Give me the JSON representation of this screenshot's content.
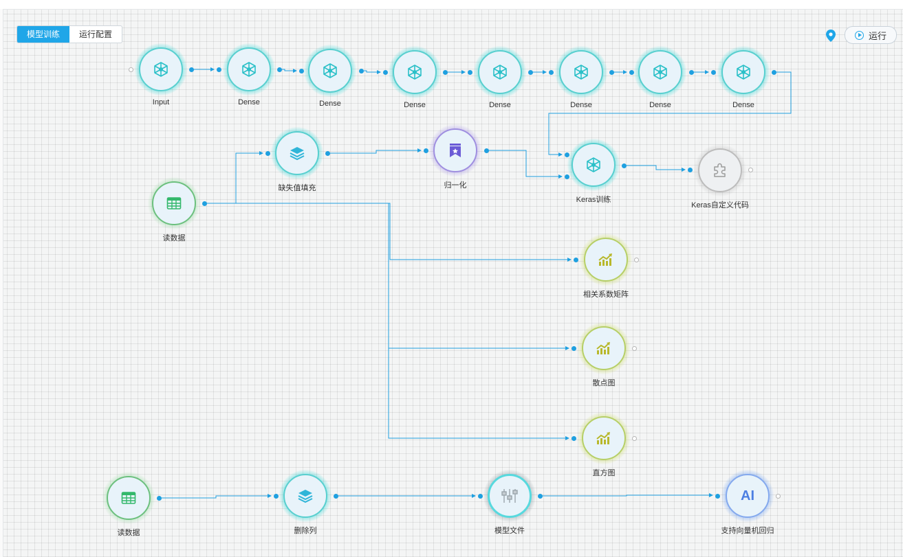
{
  "tabs": [
    {
      "label": "模型训练",
      "active": true
    },
    {
      "label": "运行配置",
      "active": false
    }
  ],
  "toolbar": {
    "run_label": "运行",
    "pin_icon": "location-pin-icon",
    "run_icon": "play-circle-icon"
  },
  "colors": {
    "edge": "#1fa0e0",
    "port": "#1fa0e0",
    "accent": "#1fa6e8"
  },
  "nodes": [
    {
      "id": "input",
      "label": "Input",
      "theme": "teal",
      "icon": "network-icon"
    },
    {
      "id": "dense1",
      "label": "Dense",
      "theme": "teal",
      "icon": "network-icon"
    },
    {
      "id": "dense2",
      "label": "Dense",
      "theme": "teal",
      "icon": "network-icon"
    },
    {
      "id": "dense3",
      "label": "Dense",
      "theme": "teal",
      "icon": "network-icon"
    },
    {
      "id": "dense4",
      "label": "Dense",
      "theme": "teal",
      "icon": "network-icon"
    },
    {
      "id": "dense5",
      "label": "Dense",
      "theme": "teal",
      "icon": "network-icon"
    },
    {
      "id": "dense6",
      "label": "Dense",
      "theme": "teal",
      "icon": "network-icon"
    },
    {
      "id": "dense7",
      "label": "Dense",
      "theme": "teal",
      "icon": "network-icon"
    },
    {
      "id": "impute",
      "label": "缺失值填充",
      "theme": "teal",
      "icon": "layers-icon"
    },
    {
      "id": "normalize",
      "label": "归一化",
      "theme": "purple",
      "icon": "bookmark-icon"
    },
    {
      "id": "keras_train",
      "label": "Keras训练",
      "theme": "teal",
      "icon": "network-icon"
    },
    {
      "id": "keras_custom",
      "label": "Keras自定义代码",
      "theme": "gray",
      "icon": "puzzle-icon"
    },
    {
      "id": "read1",
      "label": "读数据",
      "theme": "green",
      "icon": "table-icon"
    },
    {
      "id": "corr",
      "label": "相关系数矩阵",
      "theme": "yellow",
      "icon": "chart-trend-icon"
    },
    {
      "id": "scatter",
      "label": "散点图",
      "theme": "yellow",
      "icon": "chart-trend-icon"
    },
    {
      "id": "hist",
      "label": "直方图",
      "theme": "yellow",
      "icon": "chart-trend-icon"
    },
    {
      "id": "read2",
      "label": "读数据",
      "theme": "green",
      "icon": "table-icon"
    },
    {
      "id": "dropcol",
      "label": "删除列",
      "theme": "teal",
      "icon": "layers-icon"
    },
    {
      "id": "modelfile",
      "label": "模型文件",
      "theme": "model",
      "icon": "model-file-icon"
    },
    {
      "id": "svr",
      "label": "支持向量机回归",
      "theme": "blue",
      "icon": "ai-icon",
      "icon_text": "AI"
    }
  ]
}
